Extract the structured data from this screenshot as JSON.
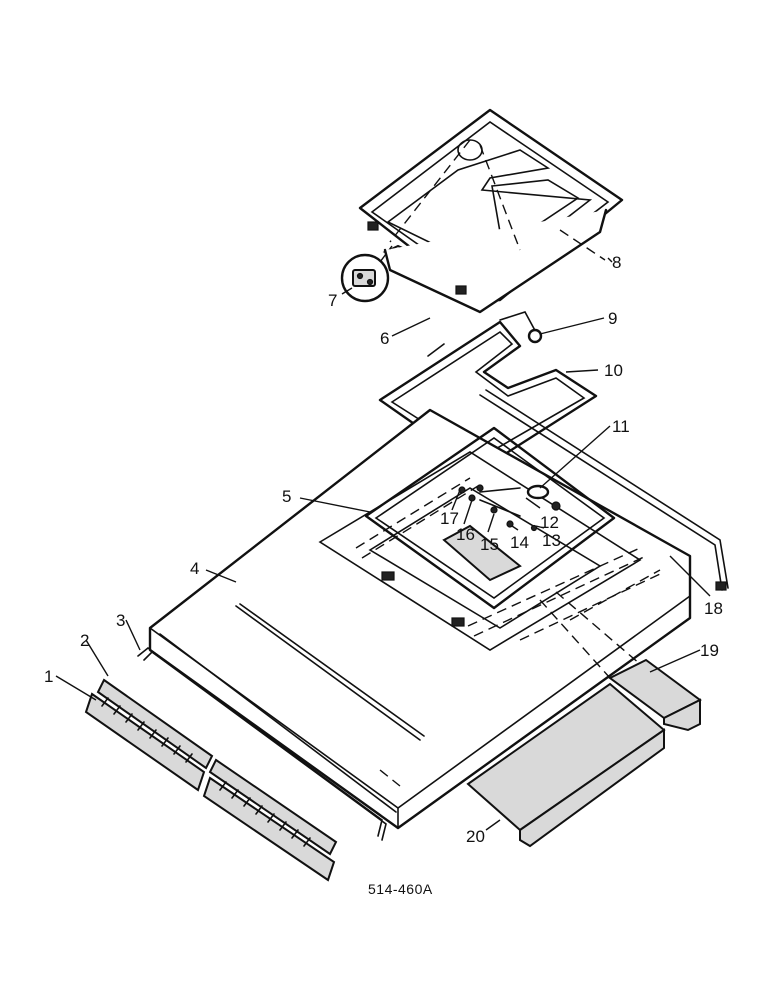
{
  "diagram": {
    "reference_code": "514-460A",
    "callouts": [
      {
        "id": "c1",
        "label": "1"
      },
      {
        "id": "c2",
        "label": "2"
      },
      {
        "id": "c3",
        "label": "3"
      },
      {
        "id": "c4",
        "label": "4"
      },
      {
        "id": "c5",
        "label": "5"
      },
      {
        "id": "c6",
        "label": "6"
      },
      {
        "id": "c7",
        "label": "7"
      },
      {
        "id": "c8",
        "label": "8"
      },
      {
        "id": "c9",
        "label": "9"
      },
      {
        "id": "c10",
        "label": "10"
      },
      {
        "id": "c11",
        "label": "11"
      },
      {
        "id": "c12",
        "label": "12"
      },
      {
        "id": "c13",
        "label": "13"
      },
      {
        "id": "c14",
        "label": "14"
      },
      {
        "id": "c15",
        "label": "15"
      },
      {
        "id": "c16",
        "label": "16"
      },
      {
        "id": "c17",
        "label": "17"
      },
      {
        "id": "c18",
        "label": "18"
      },
      {
        "id": "c19",
        "label": "19"
      },
      {
        "id": "c20",
        "label": "20"
      }
    ]
  }
}
